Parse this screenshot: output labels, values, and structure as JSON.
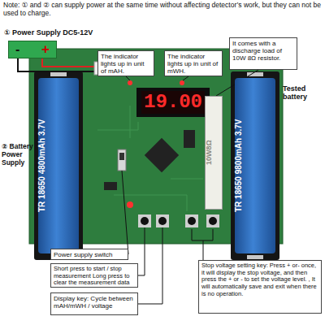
{
  "diagram": {
    "nodes": [
      {
        "text": [
          "① Power Supply DC5-12V",
          "-",
          "+"
        ]
      },
      {
        "text": [
          "The indicator lights up in unit of mAH."
        ]
      },
      {
        "text": [
          "The indicator lights up in unit of mWH."
        ]
      },
      {
        "text": [
          "It comes with a discharge load of 10W 8Ω resistor."
        ]
      },
      {
        "text": [
          "TR 18650 4800mAh 3.7V"
        ]
      },
      {
        "text": [
          "19.00"
        ]
      },
      {
        "text": [
          "10W8Ω"
        ]
      },
      {
        "text": [
          "TR 18650 9800mAh 3.7V"
        ]
      },
      {
        "text": [
          "Power supply switch"
        ]
      },
      {
        "text": [
          "Short press to start / stop measurement Long press to clear the measurement data"
        ]
      },
      {
        "text": [
          "Display key: Cycle between mAH/mWH / voltage"
        ]
      },
      {
        "text": [
          "Stop voltage setting key: Press + or- once, it will display the stop voltage, and then press the + or - to set the voltage level. , It will automatically save and exit when there is no operation."
        ]
      }
    ],
    "labels": [
      "Note: ① and ② can supply power at the same time without affecting detector’s work, but they can not be used to charge.",
      "② Battery Power Supply",
      "Tested battery"
    ]
  }
}
